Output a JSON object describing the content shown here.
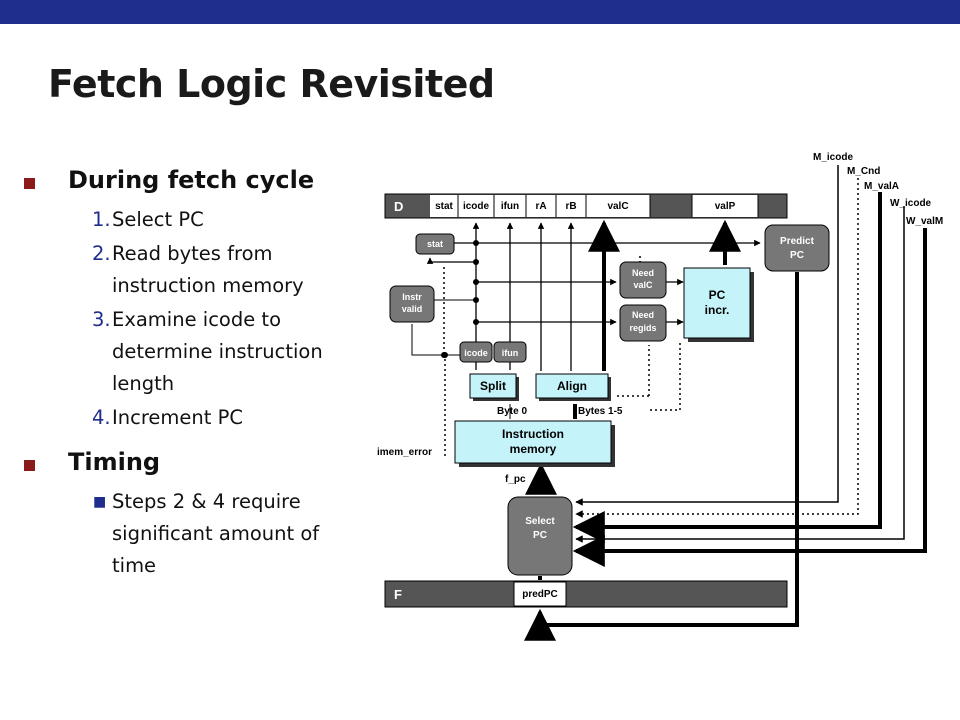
{
  "slide": {
    "title": "Fetch Logic Revisited",
    "bullets": [
      {
        "heading": "During fetch cycle",
        "items": [
          {
            "num": "1.",
            "text": "Select PC"
          },
          {
            "num": "2.",
            "text": "Read bytes from instruction memory"
          },
          {
            "num": "3.",
            "text": "Examine icode to determine instruction length"
          },
          {
            "num": "4.",
            "text": "Increment PC"
          }
        ]
      },
      {
        "heading": "Timing",
        "subitems": [
          "Steps 2 & 4 require significant amount of time"
        ]
      }
    ]
  },
  "diagram": {
    "d_register": {
      "name": "D",
      "fields": [
        "stat",
        "icode",
        "ifun",
        "rA",
        "rB",
        "valC",
        "valP"
      ]
    },
    "f_register": {
      "name": "F",
      "field": "predPC"
    },
    "blocks": {
      "stat": "stat",
      "instr_valid": [
        "Instr",
        "valid"
      ],
      "icode": "icode",
      "ifun": "ifun",
      "need_valc": [
        "Need",
        "valC"
      ],
      "need_regids": [
        "Need",
        "regids"
      ],
      "pc_incr": [
        "PC",
        "incr."
      ],
      "predict_pc": [
        "Predict",
        "PC"
      ],
      "split": "Split",
      "align": "Align",
      "instruction_memory": [
        "Instruction",
        "memory"
      ],
      "select_pc": [
        "Select",
        "PC"
      ]
    },
    "labels": {
      "byte0": "Byte 0",
      "bytes15": "Bytes 1-5",
      "imem_error": "imem_error",
      "f_pc": "f_pc"
    },
    "feedback_signals": [
      "M_icode",
      "M_Cnd",
      "M_valA",
      "W_icode",
      "W_valM"
    ]
  }
}
